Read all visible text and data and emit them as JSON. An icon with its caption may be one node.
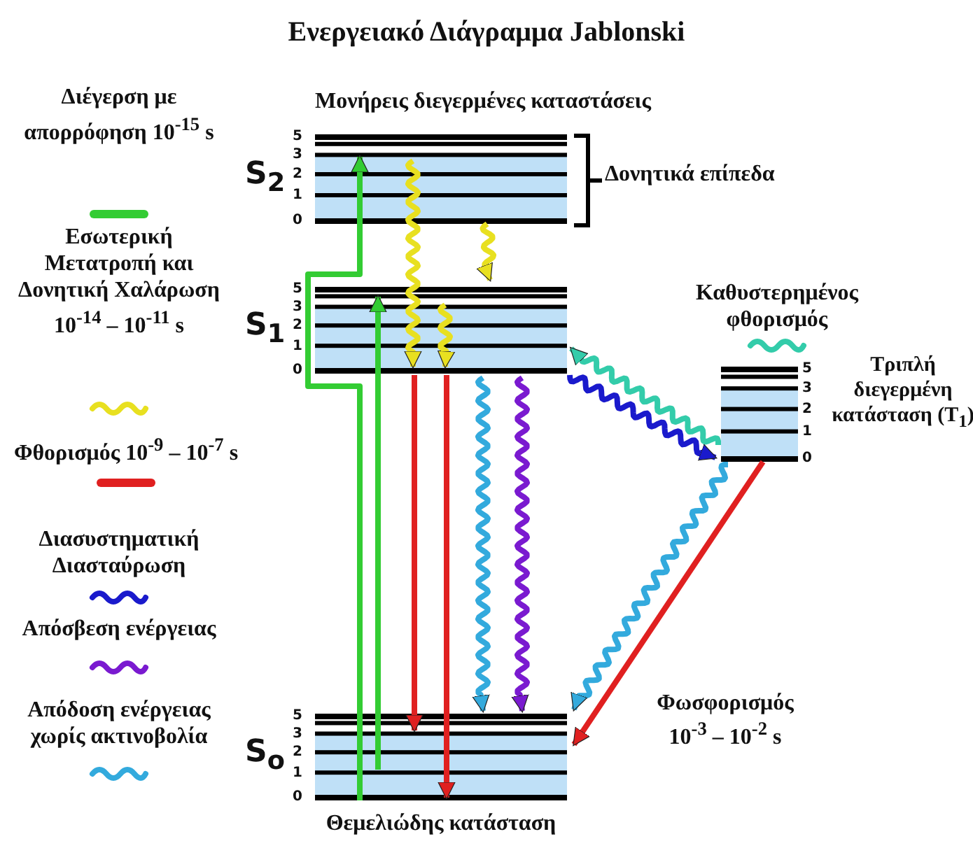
{
  "diagram": {
    "title": "Ενεργειακό Διάγραμμα Jablonski",
    "nodes": [
      {
        "text": [
          "S$_{2}$",
          "5",
          "3",
          "2",
          "1",
          "0"
        ]
      },
      {
        "text": [
          "S$_{1}$",
          "5",
          "3",
          "2",
          "1",
          "0"
        ]
      },
      {
        "text": [
          "5",
          "3",
          "2",
          "1",
          "0",
          "Τριπλή διεγερμένη κατάσταση (T$_{1}$)"
        ]
      },
      {
        "text": [
          "S$_{o}$",
          "Θεμελιώδης κατάσταση",
          "5",
          "3",
          "2",
          "1",
          "0"
        ]
      }
    ],
    "edges": [
      {
        "from": 3,
        "to": 0,
        "arrow": "to",
        "color": "#33cc33"
      },
      {
        "from": 3,
        "to": 1,
        "arrow": "to",
        "color": "#33cc33"
      },
      {
        "from": 0,
        "to": 1,
        "arrow": "to",
        "color": "#e8e020"
      },
      {
        "from": 0,
        "to": 1,
        "arrow": "to",
        "color": "#e8e020"
      },
      {
        "from": 1,
        "to": 1,
        "arrow": "to",
        "color": "#e8e020"
      },
      {
        "from": 1,
        "to": 3,
        "arrow": "to",
        "color": "#e02020"
      },
      {
        "from": 1,
        "to": 3,
        "arrow": "to",
        "color": "#e02020"
      },
      {
        "from": 1,
        "to": 3,
        "arrow": "to",
        "color": "#33aadd"
      },
      {
        "from": 1,
        "to": 3,
        "arrow": "to",
        "color": "#7a1ad0"
      },
      {
        "from": 2,
        "to": 1,
        "arrow": "to",
        "color": "#33ccaa"
      },
      {
        "from": 1,
        "to": 2,
        "arrow": "to",
        "color": "#1a1acc"
      },
      {
        "from": 2,
        "to": 3,
        "arrow": "to",
        "color": "#33aadd"
      },
      {
        "from": 2,
        "to": 3,
        "arrow": "to",
        "color": "#e02020",
        "label": "Φωσφορισμός 10$^{-3}$ – 10$^{-2}$ s"
      }
    ],
    "labels": [
      "Μονήρεις διεγερμένες καταστάσεις",
      "Δονητικά επίπεδα"
    ],
    "legend": [
      {
        "text": "Διέγερση με απορρόφηση 10$^{-15}$ s",
        "color": "#33cc33"
      },
      {
        "text": "Εσωτερική Μετατροπή και Δονητική Χαλάρωση 10$^{-14}$ – 10$^{-11}$ s",
        "color": "#e8e020"
      },
      {
        "text": "Φθορισμός 10$^{-9}$ – 10$^{-7}$ s",
        "color": "#e02020"
      },
      {
        "text": "Διασυστηματική Διασταύρωση",
        "color": "#1a1acc"
      },
      {
        "text": "Απόσβεση ενέργειας",
        "color": "#7a1ad0"
      },
      {
        "text": "Απόδοση ενέργειας χωρίς ακτινοβολία",
        "color": "#33aadd"
      },
      {
        "text": "Καθυστερημένος φθορισμός",
        "color": "#33ccaa"
      }
    ]
  }
}
